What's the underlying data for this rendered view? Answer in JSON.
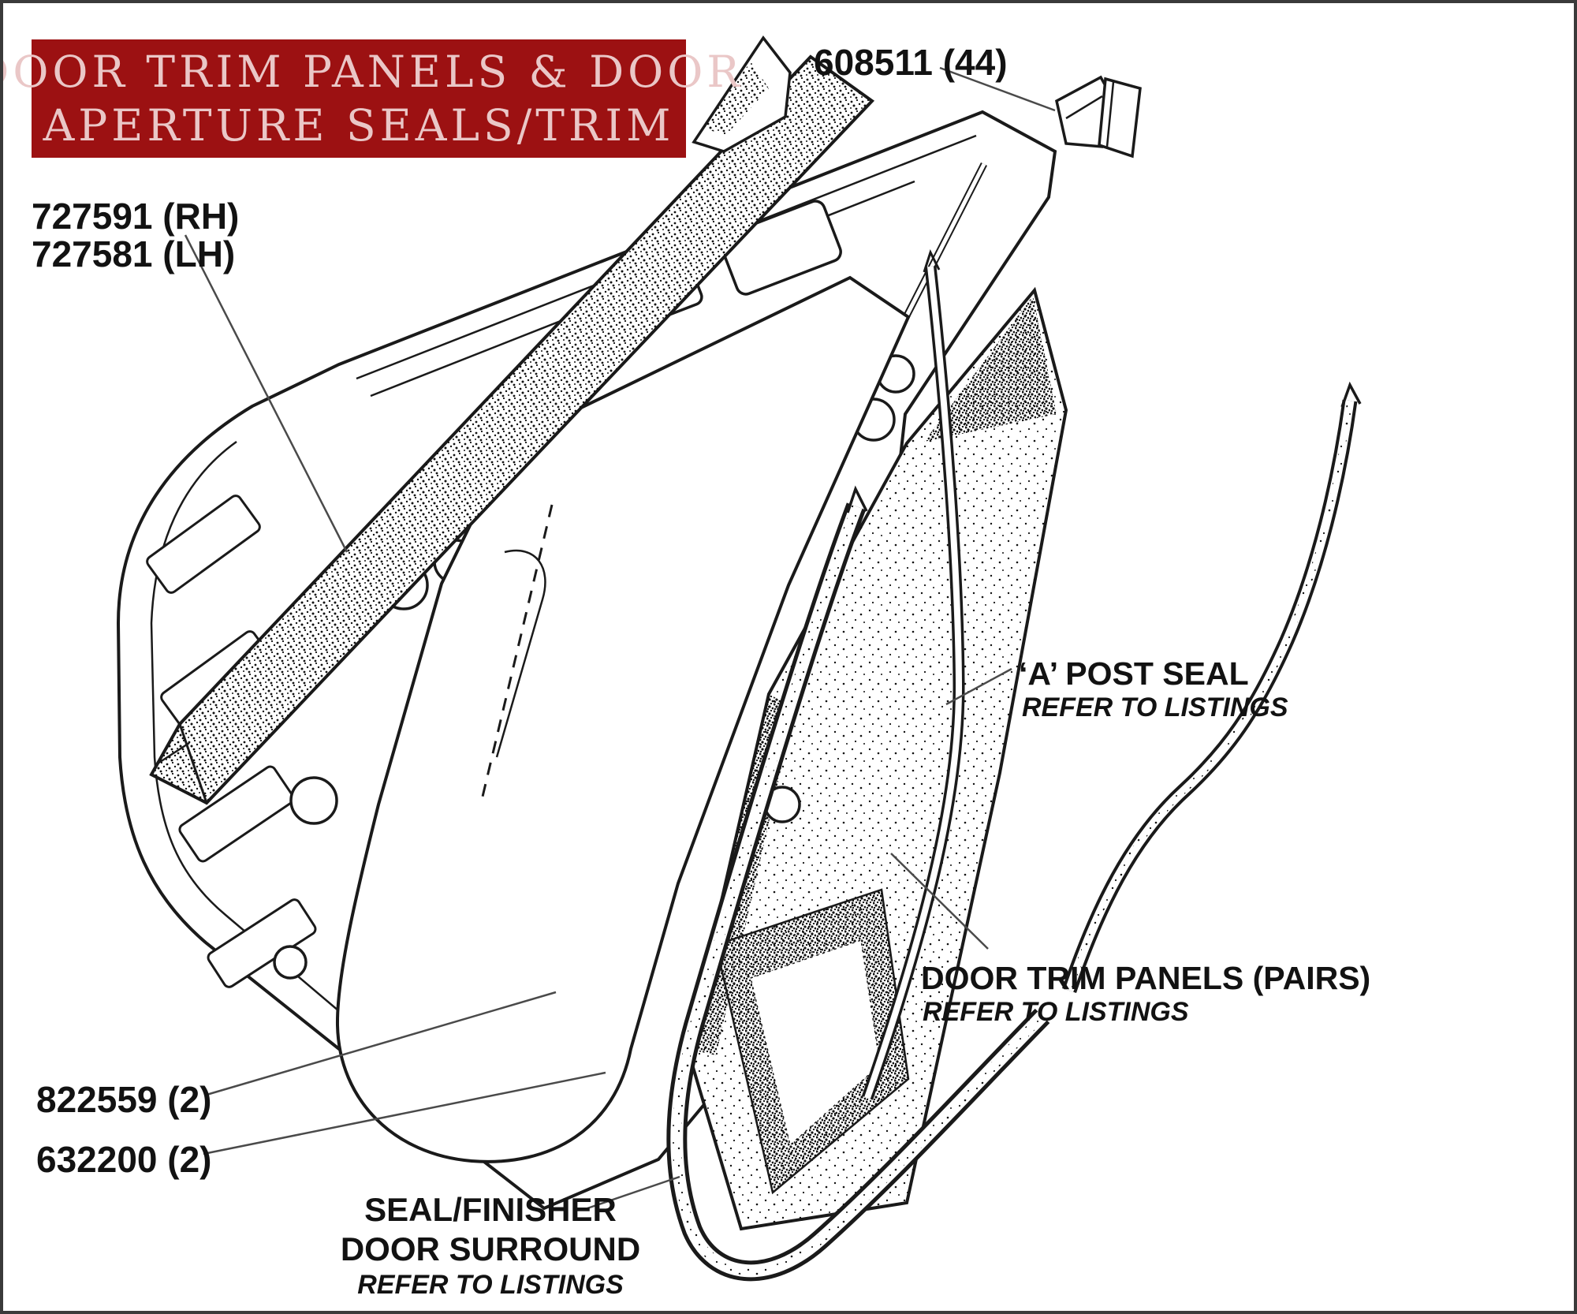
{
  "title_banner": {
    "line1": "DOOR TRIM PANELS & DOOR",
    "line2": "APERTURE SEALS/TRIM",
    "background": "#9c1112",
    "text_color": "#eac7c7"
  },
  "part_labels": {
    "clip_fastener": "608511 (44)",
    "waist_finisher_rh": "727591 (RH)",
    "waist_finisher_lh": "727581 (LH)",
    "a_post_seal_title": "‘A’ POST SEAL",
    "a_post_seal_note": "REFER TO LISTINGS",
    "door_trim_panels_title": "DOOR TRIM PANELS (PAIRS)",
    "door_trim_panels_note": "REFER TO LISTINGS",
    "fastener_822559": "822559 (2)",
    "fastener_632200": "632200 (2)",
    "door_surround_line1": "SEAL/FINISHER",
    "door_surround_line2": "DOOR SURROUND",
    "door_surround_note": "REFER TO LISTINGS"
  },
  "drawing": {
    "ink_color": "#1a1a1a",
    "description": "Exploded line-art view of a car door shell with trim panels, waist rail finisher, door aperture seals, door surround seal and fastener clip"
  }
}
